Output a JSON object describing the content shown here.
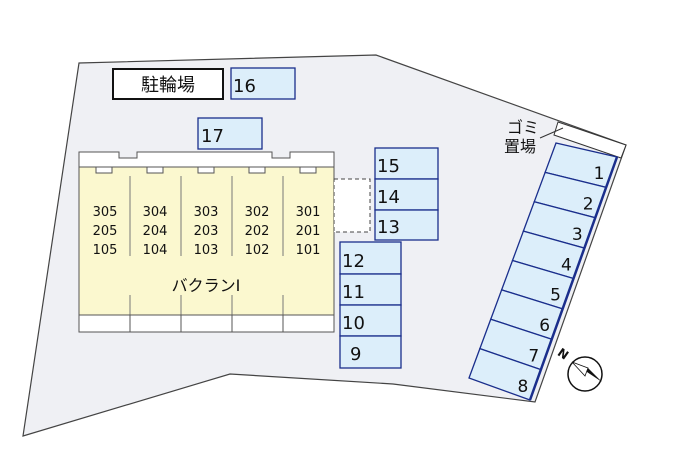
{
  "site": {
    "bicycle_parking_label": "駐輪場",
    "garbage_label_line1": "ゴミ",
    "garbage_label_line2": "置場",
    "building_name": "バクランⅠ",
    "north_label": "N"
  },
  "units": [
    [
      "305",
      "205",
      "105"
    ],
    [
      "304",
      "204",
      "104"
    ],
    [
      "303",
      "203",
      "103"
    ],
    [
      "302",
      "202",
      "102"
    ],
    [
      "301",
      "201",
      "101"
    ]
  ],
  "parking_top": [
    "16",
    "17"
  ],
  "parking_middle_upper": [
    "15",
    "14",
    "13"
  ],
  "parking_middle_lower": [
    "12",
    "11",
    "10",
    "9"
  ],
  "parking_right": [
    "1",
    "2",
    "3",
    "4",
    "5",
    "6",
    "7",
    "8"
  ],
  "colors": {
    "lot_fill": "#eff0f4",
    "building_fill": "#fbf8cf",
    "parking_fill": "#dceefa",
    "parking_stroke": "#1a2e8c",
    "outline": "#333333"
  }
}
